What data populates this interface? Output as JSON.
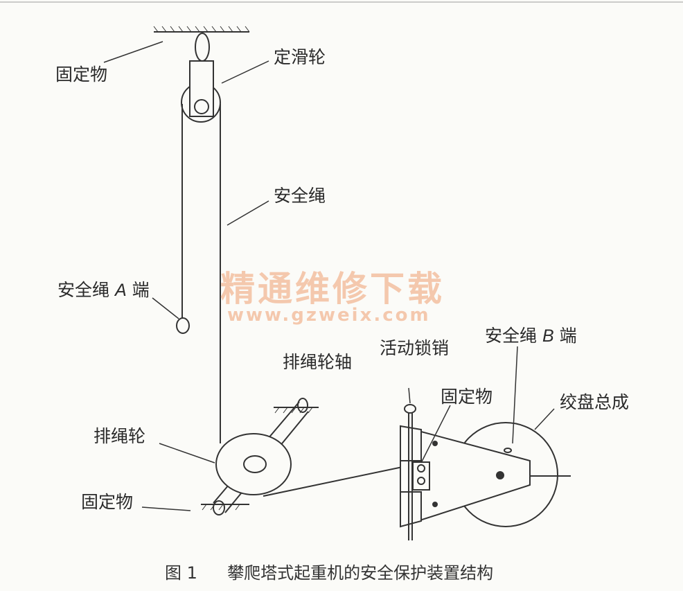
{
  "labels": {
    "fixed_top": "固定物",
    "fixed_pulley": "定滑轮",
    "safety_rope": "安全绳",
    "rope_a_prefix": "安全绳",
    "rope_a_letter": "A",
    "rope_a_suffix": "端",
    "rope_guide_axle": "排绳轮轴",
    "movable_lock_pin": "活动锁销",
    "rope_b_prefix": "安全绳",
    "rope_b_letter": "B",
    "rope_b_suffix": "端",
    "fixed_mid": "固定物",
    "winch_assembly": "绞盘总成",
    "rope_guide_wheel": "排绳轮",
    "fixed_bottom": "固定物"
  },
  "watermark": {
    "title": "精通维修下载",
    "url": "www.gzweix.com",
    "color": "#f0a070"
  },
  "caption": {
    "figure_number": "图 1",
    "title": "攀爬塔式起重机的安全保护装置结构"
  },
  "colors": {
    "line": "#333333",
    "background": "#fbfbf8"
  }
}
